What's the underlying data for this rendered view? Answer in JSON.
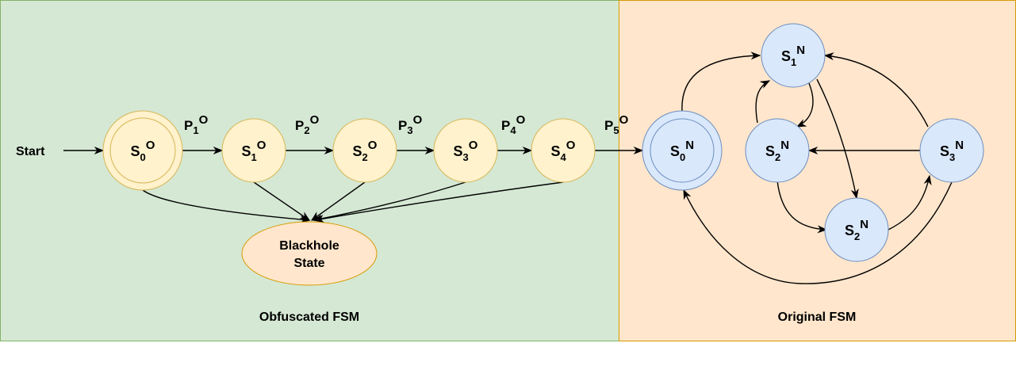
{
  "panels": {
    "left_caption": "Obfuscated FSM",
    "right_caption": "Original FSM"
  },
  "start_label": "Start",
  "obf_states": [
    {
      "base": "S",
      "sub": "0",
      "sup": "O"
    },
    {
      "base": "S",
      "sub": "1",
      "sup": "O"
    },
    {
      "base": "S",
      "sub": "2",
      "sup": "O"
    },
    {
      "base": "S",
      "sub": "3",
      "sup": "O"
    },
    {
      "base": "S",
      "sub": "4",
      "sup": "O"
    }
  ],
  "obf_edges": [
    {
      "base": "P",
      "sub": "1",
      "sup": "O"
    },
    {
      "base": "P",
      "sub": "2",
      "sup": "O"
    },
    {
      "base": "P",
      "sub": "3",
      "sup": "O"
    },
    {
      "base": "P",
      "sub": "4",
      "sup": "O"
    },
    {
      "base": "P",
      "sub": "5",
      "sup": "O"
    }
  ],
  "blackhole": {
    "line1": "Blackhole",
    "line2": "State"
  },
  "orig_states": [
    {
      "base": "S",
      "sub": "0",
      "sup": "N"
    },
    {
      "base": "S",
      "sub": "1",
      "sup": "N"
    },
    {
      "base": "S",
      "sub": "2",
      "sup": "N"
    },
    {
      "base": "S",
      "sub": "2",
      "sup": "N"
    },
    {
      "base": "S",
      "sub": "3",
      "sup": "N"
    }
  ],
  "colors": {
    "left_bg": "#d5e8d4",
    "left_border": "#82b366",
    "right_bg": "#ffe6cc",
    "right_border": "#d79b00",
    "obf_fill": "#fff2cc",
    "obf_stroke": "#d6b656",
    "orig_fill": "#dae8fc",
    "orig_stroke": "#6c8ebf",
    "blackhole_fill": "#ffe6cc",
    "blackhole_stroke": "#d79b00"
  }
}
